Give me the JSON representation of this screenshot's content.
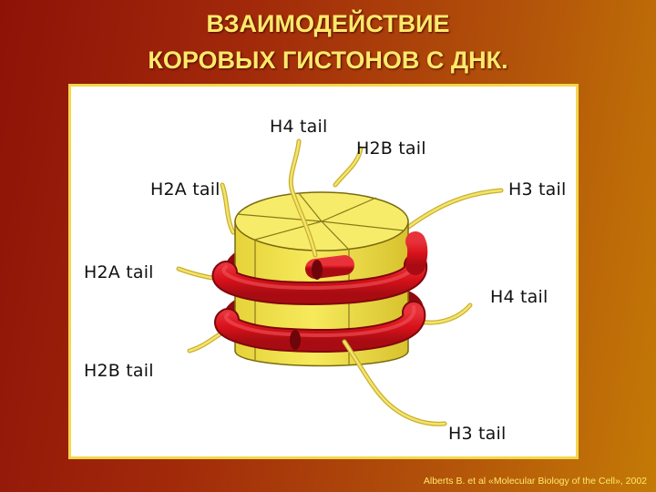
{
  "header": {
    "title_line1": "ВЗАИМОДЕЙСТВИЕ",
    "title_line2": "КОРОВЫХ ГИСТОНОВ С ДНК."
  },
  "labels": {
    "h4_top": "H4 tail",
    "h2b_top": "H2B tail",
    "h2a_upper": "H2A tail",
    "h3_right": "H3 tail",
    "h2a_lower": "H2A tail",
    "h4_right": "H4 tail",
    "h2b_bottom": "H2B tail",
    "h3_bottom": "H3 tail"
  },
  "footer": {
    "credit": "Alberts B. et al «Molecular Biology of the Cell», 2002"
  },
  "colors": {
    "core": "#f2e24a",
    "dna": "#d8121b",
    "tail": "#f0dc5a"
  }
}
